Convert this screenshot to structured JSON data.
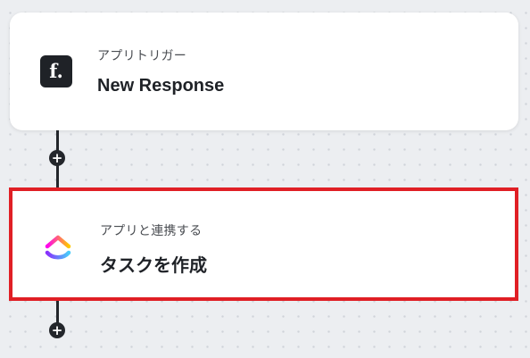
{
  "trigger_step": {
    "app_logo_letter": "f.",
    "category_label": "アプリトリガー",
    "title": "New Response",
    "icon": "formbricks-logo-icon"
  },
  "action_step": {
    "category_label": "アプリと連携する",
    "title": "タスクを作成",
    "icon": "clickup-logo-icon",
    "highlight_color": "#e01f25"
  },
  "add_step": {
    "symbol": "+"
  },
  "colors": {
    "canvas_background": "#eceef1",
    "connector": "#23262b",
    "card_background": "#ffffff"
  }
}
